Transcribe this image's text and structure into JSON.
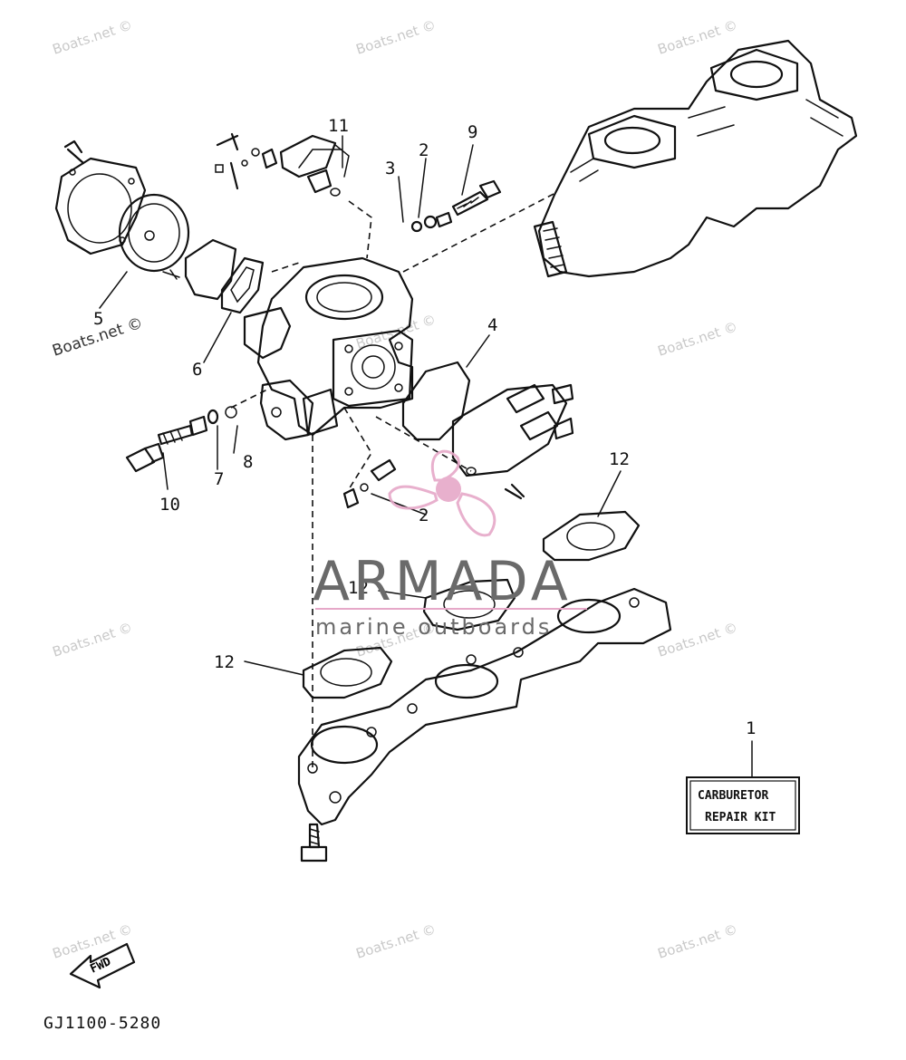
{
  "watermark": "Boats.net ©",
  "brand": {
    "name": "ARMADA",
    "tagline": "marine outboards",
    "accent_color": "#e6a8c8"
  },
  "callouts": {
    "p1": "1",
    "p2a": "2",
    "p2b": "2",
    "p3": "3",
    "p4": "4",
    "p5": "5",
    "p6": "6",
    "p7": "7",
    "p8": "8",
    "p9": "9",
    "p10": "10",
    "p11": "11",
    "p12a": "12",
    "p12b": "12",
    "p12c": "12"
  },
  "kit_box": {
    "line1": "CARBURETOR",
    "line2": "REPAIR KIT"
  },
  "fwd_label": "FWD",
  "diagram_code": "GJ1100-5280"
}
